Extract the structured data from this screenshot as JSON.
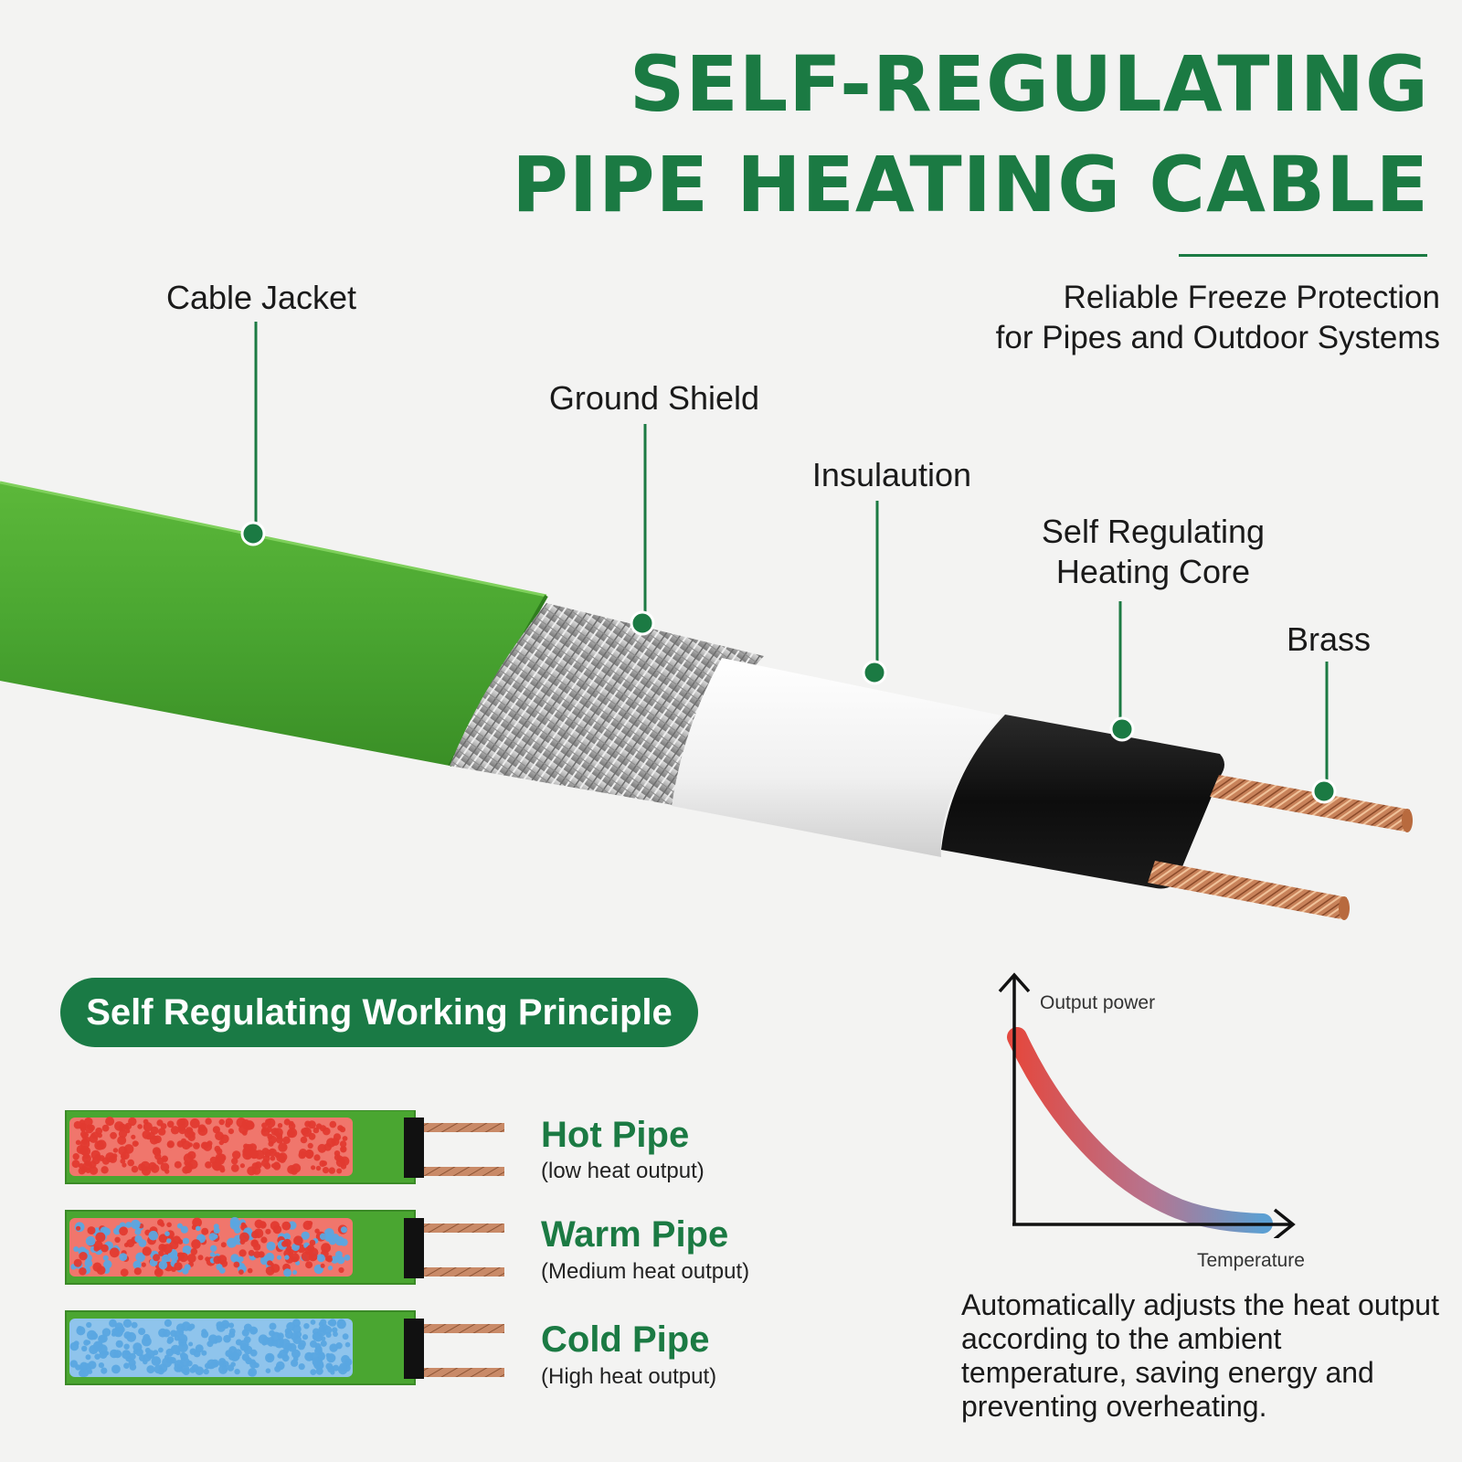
{
  "title": {
    "line1": "SELF-REGULATING",
    "line2": "PIPE HEATING CABLE",
    "subtitle_line1": "Reliable Freeze Protection",
    "subtitle_line2": "for Pipes and Outdoor Systems"
  },
  "colors": {
    "brand_green": "#1b7a43",
    "jacket_green": "#4aa631",
    "hot": "#e23a30",
    "cold": "#5aa6e2"
  },
  "callouts": {
    "cable_jacket": "Cable Jacket",
    "ground_shield": "Ground Shield",
    "insulation": "Insulaution",
    "core_line1": "Self Regulating",
    "core_line2": "Heating Core",
    "brass": "Brass"
  },
  "principle": {
    "heading": "Self Regulating Working Principle",
    "states": [
      {
        "name": "Hot Pipe",
        "note": "(low heat output)",
        "mix": 0.0
      },
      {
        "name": "Warm Pipe",
        "note": "(Medium heat output)",
        "mix": 0.5
      },
      {
        "name": "Cold Pipe",
        "note": "(High heat output)",
        "mix": 1.0
      }
    ]
  },
  "graph": {
    "y_label": "Output power",
    "x_label": "Temperature"
  },
  "description": "Automatically adjusts the heat output according to the ambient temperature, saving energy and preventing overheating."
}
